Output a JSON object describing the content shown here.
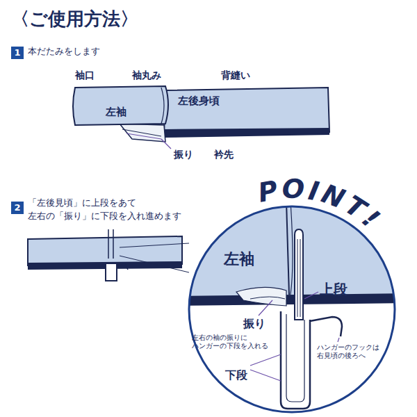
{
  "diagram": {
    "title": "〈ご使用方法〉",
    "nodes": [
      {
        "text": [
          "1"
        ]
      },
      {
        "text": [
          "2"
        ]
      }
    ],
    "labels": [
      "本だたみをします",
      "袖口",
      "袖丸み",
      "背縫い",
      "左袖",
      "左後身頃",
      "振り",
      "衿先",
      "「左後見頃」に上段をあて",
      "左右の「振り」に下段を入れ進めます",
      "POINT!",
      "左袖",
      "振り",
      "上段",
      "左右の袖の振りに ハンガーの下段を入れる",
      "下段",
      "ハンガーのフックは 右見頃の後ろへ"
    ]
  }
}
